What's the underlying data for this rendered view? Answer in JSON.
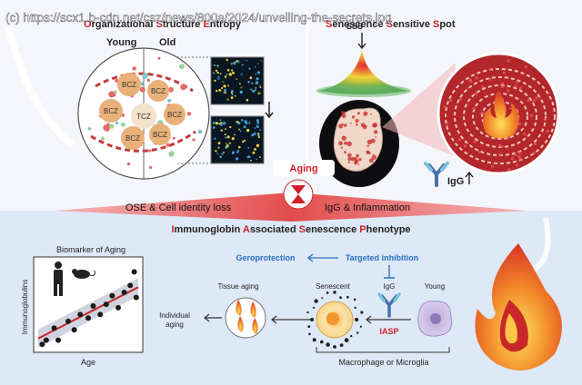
{
  "watermark": "(c) https://scx1.b-cdn.net/csz/news/800a/2024/unveiling-the-secrets.jpg",
  "top_left": {
    "title_letters": [
      "O",
      "S",
      "E"
    ],
    "title_rest": [
      "rganizational ",
      "tructure ",
      "ntropy"
    ],
    "young_label": "Young",
    "old_label": "Old",
    "zones": [
      "BCZ",
      "BCZ",
      "TCZ",
      "BCZ",
      "BCZ",
      "BCZ",
      "BCZ"
    ]
  },
  "top_right": {
    "title_letters": [
      "S",
      "S",
      "S"
    ],
    "title_rest": [
      "enescence ",
      "ensitive ",
      "pot"
    ],
    "sss_label": "SSS",
    "igg_label": "IgG"
  },
  "center": {
    "aging_label": "Aging",
    "left_label": "OSE & Cell identity loss",
    "right_label": "IgG & Inflammation"
  },
  "bottom": {
    "title_letters": [
      "I",
      "A",
      "S",
      "P"
    ],
    "title_rest": [
      "mmunoglobin ",
      "ssociated ",
      "enescence ",
      "henotype"
    ],
    "chart_title": "Biomarker of Aging",
    "y_label": "Immunoglobulins",
    "x_label": "Age",
    "geroprotection": "Geroprotection",
    "targeted_inhibition": "Targeted inhibition",
    "tissue_aging": "Tissue aging",
    "individual_aging_1": "Individual",
    "individual_aging_2": "aging",
    "senescent": "Senescent",
    "young": "Young",
    "igg": "IgG",
    "iasp": "IASP",
    "macrophage": "Macrophage or Microglia"
  },
  "chart_data": {
    "type": "scatter",
    "title": "Biomarker of Aging",
    "xlabel": "Age",
    "ylabel": "Immunoglobulins",
    "points": [
      [
        0.04,
        0.05
      ],
      [
        0.08,
        0.1
      ],
      [
        0.16,
        0.24
      ],
      [
        0.2,
        0.1
      ],
      [
        0.3,
        0.32
      ],
      [
        0.36,
        0.22
      ],
      [
        0.42,
        0.4
      ],
      [
        0.5,
        0.36
      ],
      [
        0.55,
        0.5
      ],
      [
        0.62,
        0.4
      ],
      [
        0.68,
        0.52
      ],
      [
        0.74,
        0.62
      ],
      [
        0.8,
        0.48
      ],
      [
        0.86,
        0.66
      ],
      [
        0.92,
        0.74
      ],
      [
        0.96,
        0.9
      ],
      [
        0.98,
        0.6
      ]
    ],
    "trend": [
      [
        0.0,
        0.12
      ],
      [
        1.0,
        0.72
      ]
    ]
  },
  "colors": {
    "accent_red": "#d0202a",
    "blue_text": "#2a6fc4",
    "bottom_panel": "#dde9f7"
  }
}
